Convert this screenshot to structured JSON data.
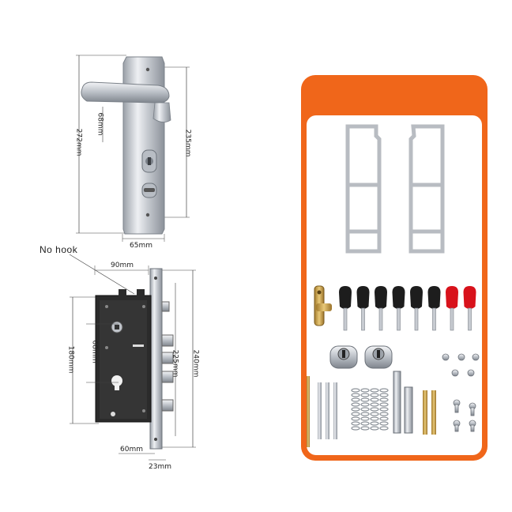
{
  "annotations": {
    "no_hook": "No hook",
    "handle_total_height": "272mm",
    "handle_spindle_distance": "68mm",
    "handle_screw_distance": "235mm",
    "handle_width": "65mm",
    "lock_width": "90mm",
    "lock_height": "180mm",
    "lock_spindle_distance": "68mm",
    "lock_screw_distance": "225mm",
    "faceplate_height": "240mm",
    "backset": "60mm",
    "faceplate_width": "23mm"
  },
  "colors": {
    "accent": "#f0661a",
    "lock_body": "#2b2b2b",
    "steel": "#c9ccd1"
  },
  "icons": {
    "keys_black_count": 6,
    "keys_red_count": 2
  }
}
